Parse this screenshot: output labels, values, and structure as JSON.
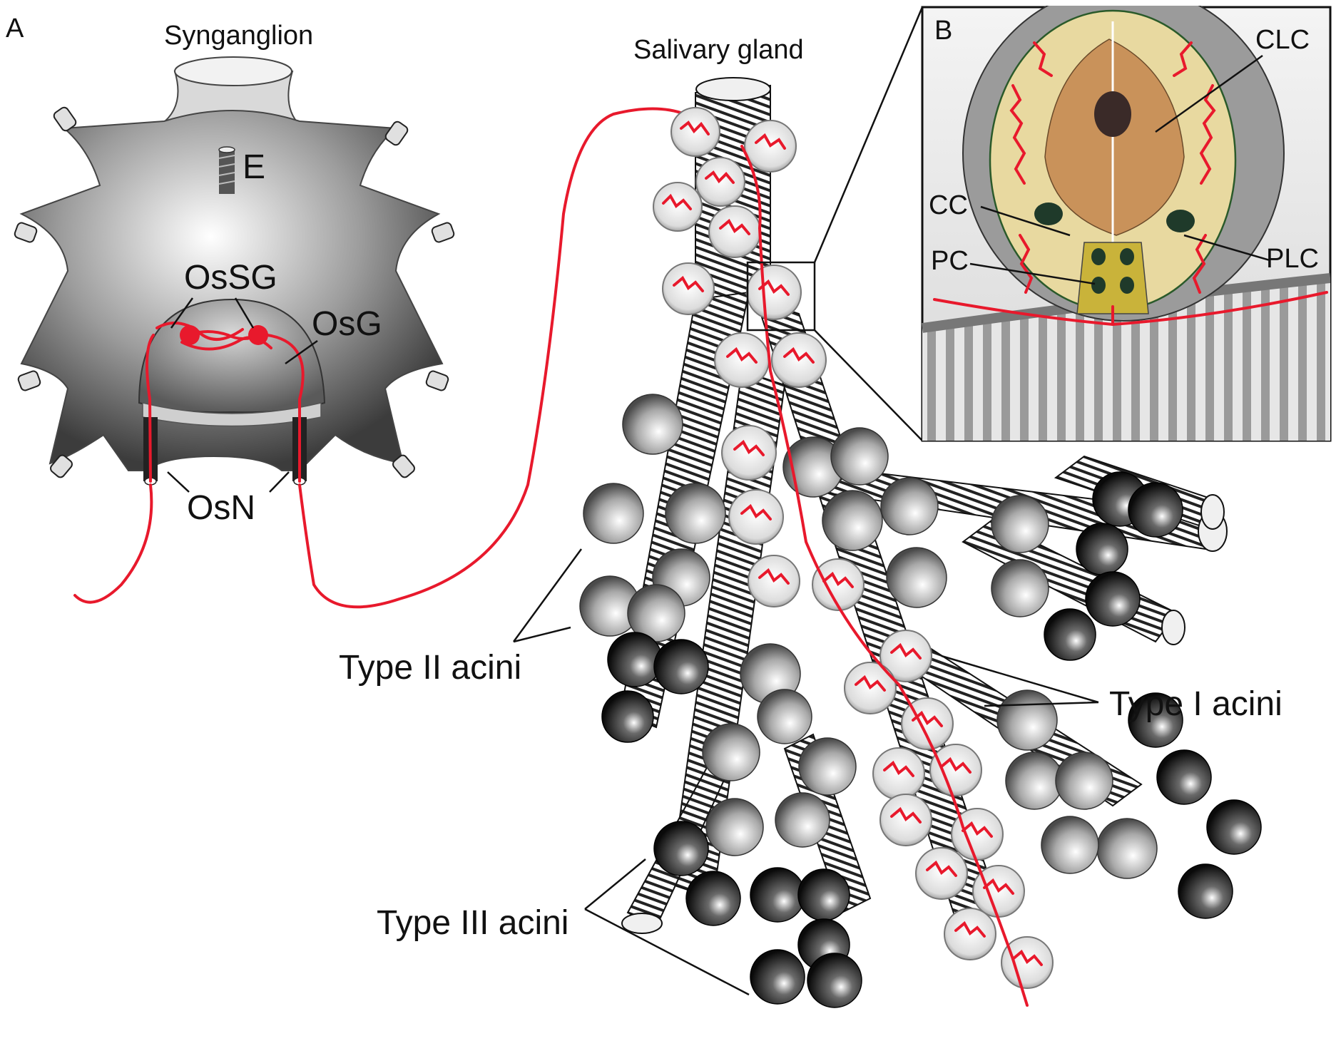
{
  "panels": {
    "a": "A",
    "b": "B"
  },
  "labels": {
    "synganglion": "Synganglion",
    "e": "E",
    "ossg": "OsSG",
    "osg": "OsG",
    "osn": "OsN",
    "salivary_gland": "Salivary gland",
    "type_ii": "Type II acini",
    "type_i": "Type I acini",
    "type_iii": "Type III acini",
    "clc": "CLC",
    "cc": "CC",
    "pc": "PC",
    "plc": "PLC"
  },
  "colors": {
    "nerve": "#e8192c",
    "acinus_grey": "#9a9a9a",
    "acinus_dark": "#1a1a1a",
    "ganglion": "#8c8c8c",
    "inset_cytoplasm": "#e8d9a0",
    "inset_lumen": "#c9925a"
  }
}
